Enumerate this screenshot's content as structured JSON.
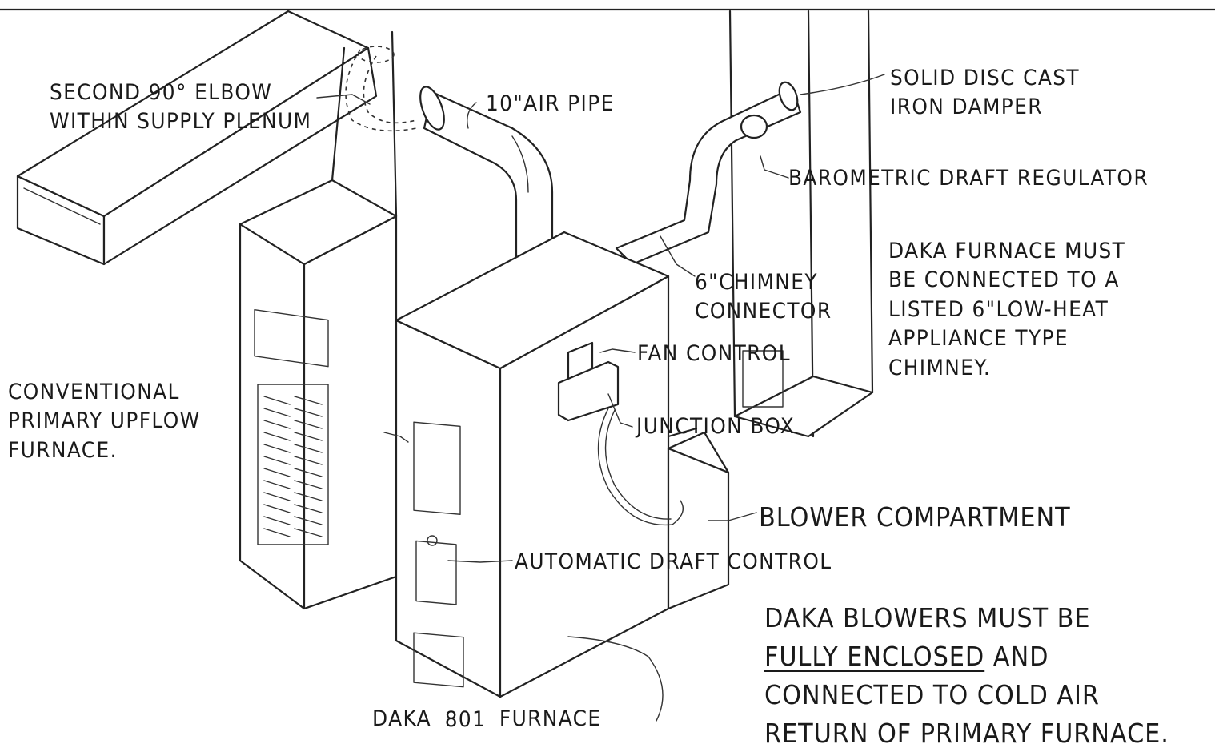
{
  "labels": {
    "second_elbow": [
      "SECOND 90° ELBOW",
      "WITHIN SUPPLY PLENUM"
    ],
    "air_pipe": "10\"AIR PIPE",
    "damper": [
      "SOLID DISC CAST",
      "IRON DAMPER"
    ],
    "barometric": "BAROMETRIC DRAFT REGULATOR",
    "chimney_connector": [
      "6\"CHIMNEY",
      "CONNECTOR"
    ],
    "chimney_note": [
      "DAKA FURNACE MUST",
      "BE CONNECTED TO A",
      "LISTED 6\"LOW-HEAT",
      "APPLIANCE TYPE",
      "CHIMNEY."
    ],
    "fan_control": "FAN CONTROL",
    "junction_box": "JUNCTION BOX",
    "conventional": [
      "CONVENTIONAL",
      "PRIMARY UPFLOW",
      "FURNACE."
    ],
    "blower_compartment": "BLOWER COMPARTMENT",
    "draft_control": "AUTOMATIC DRAFT CONTROL",
    "blower_note_underlined": "FULLY ENCLOSED",
    "blower_note": [
      "DAKA BLOWERS MUST BE",
      "AND",
      "CONNECTED TO COLD AIR",
      "RETURN OF PRIMARY FURNACE."
    ],
    "daka_furnace": {
      "prefix": "DAKA",
      "model": "801",
      "suffix": "FURNACE"
    }
  }
}
